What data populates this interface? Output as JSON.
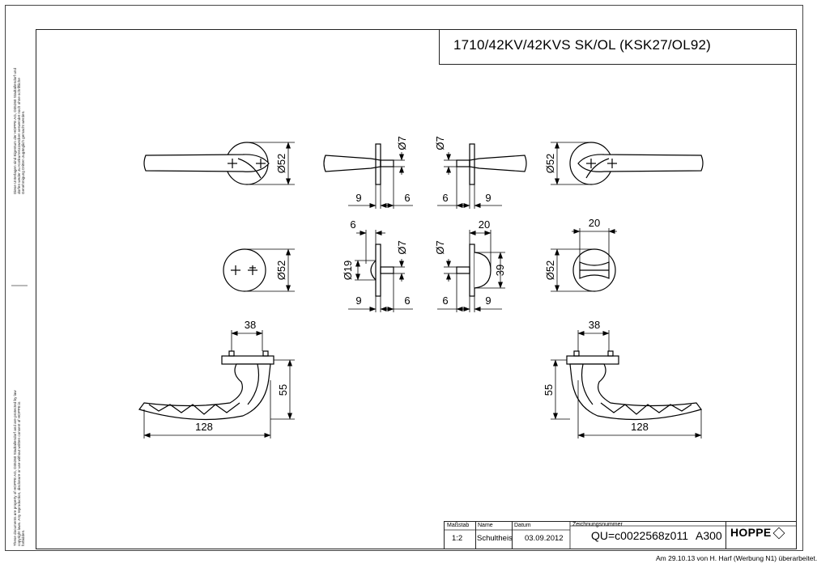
{
  "title": "1710/42KV/42KVS SK/OL (KSK27/OL92)",
  "notice_de": "Diese Unterlagen sind Eigentum der HOPPE AG, D35260 Stadtallendorf und dürfen weder zu Konkurrenzzwecken verwendet noch ohne schriftliche Genehmigung Dritten zugänglich gemacht werden.",
  "notice_en": "These documents are property of HOPPE AG, D35260 Stadtallendorf and are protected by law copyright laws. Any reproduction, disclosure or use without written consent of HOPPE is forbidden.",
  "dimensions": {
    "rose_dia": "Ø52",
    "spindle_dia": "Ø7",
    "escutcheon_dia": "Ø19",
    "d9": "9",
    "d6": "6",
    "d20": "20",
    "d39": "39",
    "d38": "38",
    "d55": "55",
    "d128": "128"
  },
  "title_block": {
    "scale_label": "Maßstab",
    "scale_value": "1:2",
    "name_label": "Name",
    "name_value": "Schultheis",
    "date_label": "Datum",
    "date_value": "03.09.2012",
    "drawing_number_label": "Zeichnungsnummer",
    "drawing_number": "QU=c0022568z011",
    "sheet_size": "A300",
    "logo": "HOPPE"
  },
  "revision_note": "Am 29.10.13 von H. Harf (Werbung N1) überarbeitet."
}
